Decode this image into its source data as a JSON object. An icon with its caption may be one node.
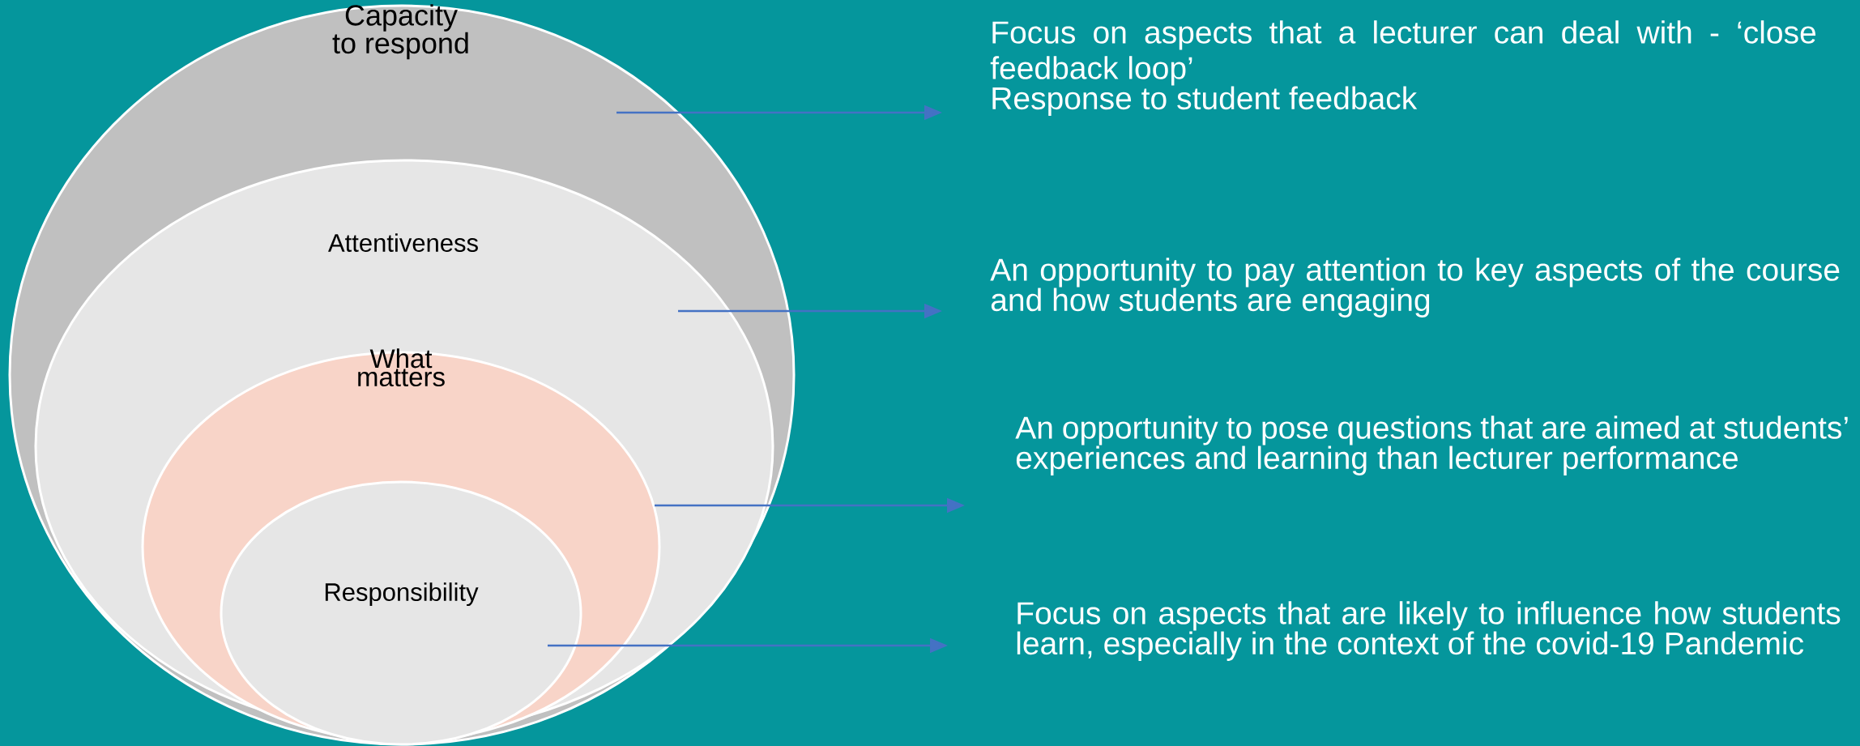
{
  "diagram": {
    "nodes": [
      {
        "text": [
          "Capacity to respond"
        ]
      },
      {
        "text": [
          "Attentiveness"
        ],
        "in": 0
      },
      {
        "text": [
          "What matters"
        ],
        "in": 1
      },
      {
        "text": [
          "Responsibility"
        ],
        "in": 2
      },
      {
        "text": [
          "Focus on aspects that a lecturer can deal with - ‘close feedback loop’",
          "Response to student feedback"
        ]
      },
      {
        "text": [
          "An opportunity to pay attention to key aspects of the course and how students are engaging"
        ]
      },
      {
        "text": [
          "An opportunity to pose questions that are aimed at students’ experiences and learning than lecturer performance"
        ]
      },
      {
        "text": [
          "Focus on aspects that are likely to influence how students learn, especially in the context of the covid-19 Pandemic"
        ]
      }
    ],
    "edges": [
      {
        "from": 0,
        "to": 4,
        "arrow": "to"
      },
      {
        "from": 1,
        "to": 5,
        "arrow": "to"
      },
      {
        "from": 2,
        "to": 6,
        "arrow": "to"
      },
      {
        "from": 3,
        "to": 7,
        "arrow": "to"
      }
    ]
  }
}
